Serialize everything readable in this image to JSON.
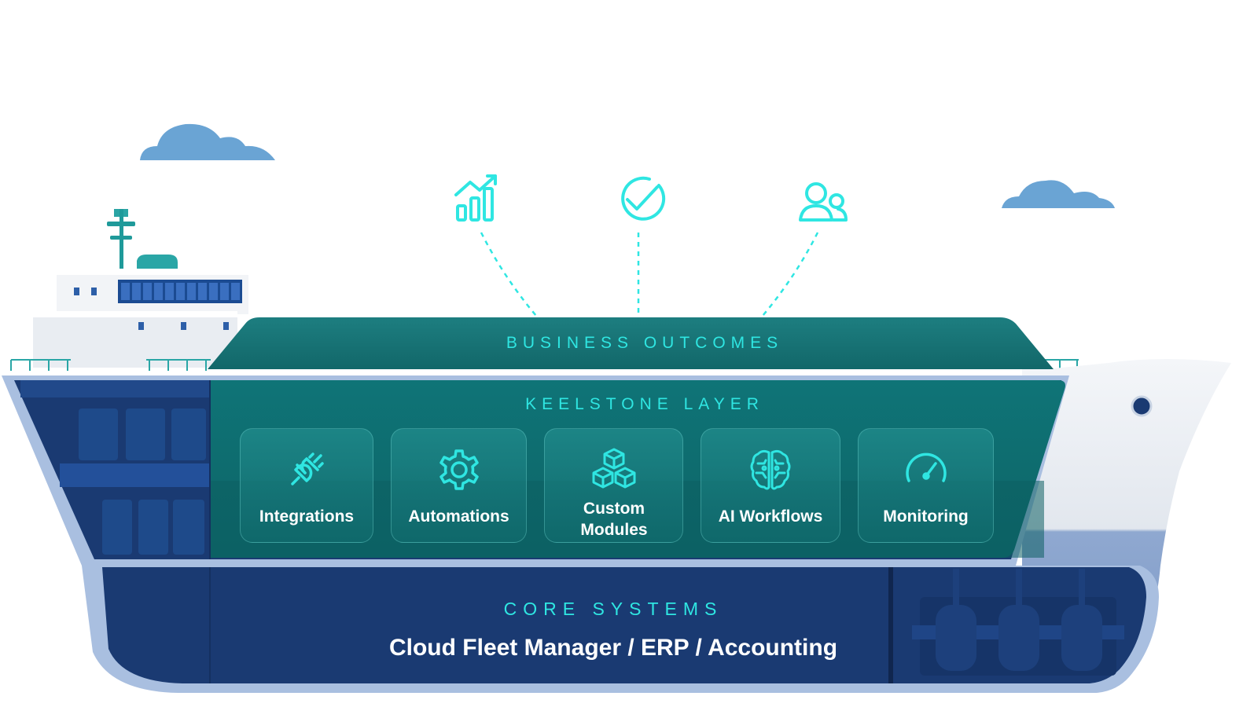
{
  "diagram": {
    "business_outcomes_label": "BUSINESS OUTCOMES",
    "keelstone_layer_label": "KEELSTONE LAYER",
    "core_systems_label": "CORE SYSTEMS",
    "core_systems_text": "Cloud Fleet Manager / ERP / Accounting",
    "outcome_icons": [
      "growth-chart-icon",
      "check-circle-icon",
      "users-icon"
    ],
    "modules": [
      {
        "label": "Integrations",
        "icon": "plug-icon"
      },
      {
        "label": "Automations",
        "icon": "gear-icon"
      },
      {
        "label": "Custom Modules",
        "icon": "cubes-icon"
      },
      {
        "label": "AI Workflows",
        "icon": "brain-icon"
      },
      {
        "label": "Monitoring",
        "icon": "gauge-icon"
      }
    ]
  },
  "colors": {
    "accent": "#2fe6e2",
    "teal": "#146e70",
    "navy": "#1a3a72",
    "hull_outline": "#a9bfe0",
    "cloud": "#6aa4d4"
  }
}
